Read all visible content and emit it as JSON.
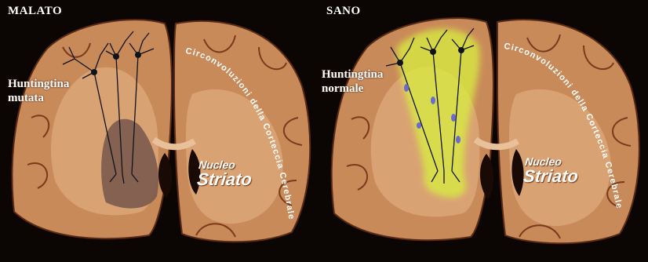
{
  "panels": {
    "left": {
      "title": "MALATO",
      "label_line1": "Huntingtina",
      "label_line2": "mutata",
      "cortex_label": "Circonvoluzioni della Corteccia Cerebrale",
      "nucleus_line1": "Nucleo",
      "nucleus_line2": "Striato"
    },
    "right": {
      "title": "SANO",
      "label_line1": "Huntingtina",
      "label_line2": "normale",
      "cortex_label": "Circonvoluzioni della Corteccia Cerebrale",
      "nucleus_line1": "Nucleo",
      "nucleus_line2": "Striato"
    }
  },
  "colors": {
    "background": "#0b0604",
    "tissue": "#c98a5a",
    "tissue_dark": "#8a4a2a",
    "white_matter": "#e6b689",
    "lesion": "#7a5a4e",
    "glow": "#d8f040",
    "neuron": "#10141a",
    "protein_blob": "#6a6ad0"
  }
}
